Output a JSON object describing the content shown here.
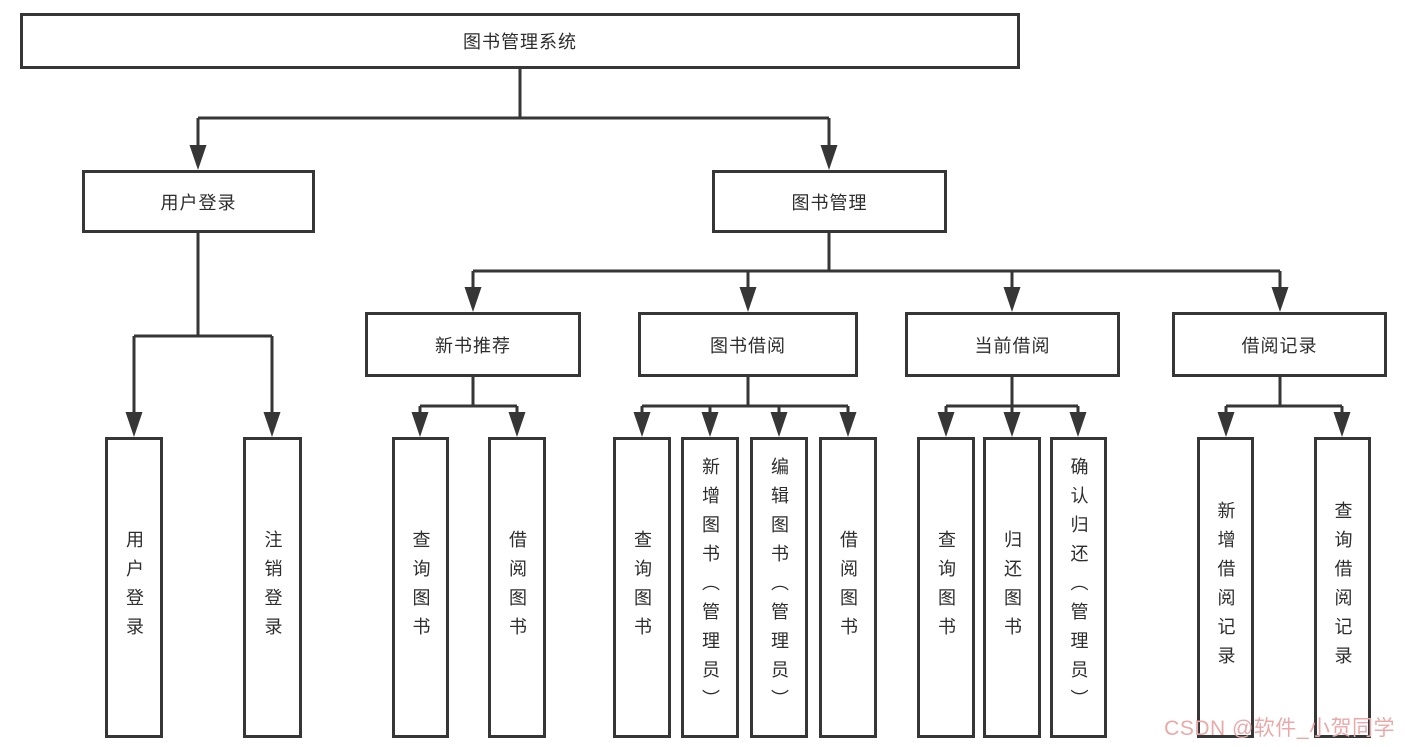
{
  "diagram_type": "hierarchy-tree",
  "colors": {
    "line": "#363636",
    "box_border": "#363636",
    "box_fill": "#ffffff",
    "text": "#2d2d2d",
    "watermark": "#eaa9a9"
  },
  "tree": {
    "label": "图书管理系统",
    "children": [
      {
        "label": "用户登录",
        "children": [
          {
            "label": "用户登录"
          },
          {
            "label": "注销登录"
          }
        ]
      },
      {
        "label": "图书管理",
        "children": [
          {
            "label": "新书推荐",
            "children": [
              {
                "label": "查询图书"
              },
              {
                "label": "借阅图书"
              }
            ]
          },
          {
            "label": "图书借阅",
            "children": [
              {
                "label": "查询图书"
              },
              {
                "label": "新增图书（管理员）"
              },
              {
                "label": "编辑图书（管理员）"
              },
              {
                "label": "借阅图书"
              }
            ]
          },
          {
            "label": "当前借阅",
            "children": [
              {
                "label": "查询图书"
              },
              {
                "label": "归还图书"
              },
              {
                "label": "确认归还（管理员）"
              }
            ]
          },
          {
            "label": "借阅记录",
            "children": [
              {
                "label": "新增借阅记录"
              },
              {
                "label": "查询借阅记录"
              }
            ]
          }
        ]
      }
    ]
  },
  "watermark": {
    "text": "CSDN @软件_小贺同学"
  }
}
